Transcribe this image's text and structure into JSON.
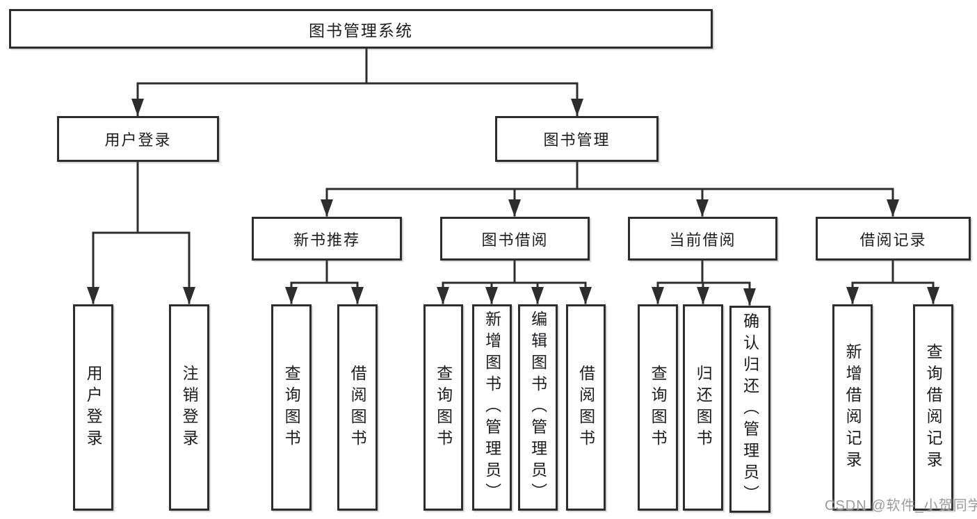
{
  "page": {
    "background": "#ffffff"
  },
  "style": {
    "line_color": "#2d2d2d",
    "box_border_color": "#2d2d2d",
    "box_background": "#ffffff",
    "text_color": "#1d1d1f",
    "watermark_color": "#9b9b9b"
  },
  "tree": {
    "label": "图书管理系统",
    "children": [
      {
        "label": "用户登录",
        "children": [
          {
            "label": "用户登录"
          },
          {
            "label": "注销登录"
          }
        ]
      },
      {
        "label": "图书管理",
        "children": [
          {
            "label": "新书推荐",
            "children": [
              {
                "label": "查询图书"
              },
              {
                "label": "借阅图书"
              }
            ]
          },
          {
            "label": "图书借阅",
            "children": [
              {
                "label": "查询图书"
              },
              {
                "label": "新增图书（管理员）"
              },
              {
                "label": "编辑图书（管理员）"
              },
              {
                "label": "借阅图书"
              }
            ]
          },
          {
            "label": "当前借阅",
            "children": [
              {
                "label": "查询图书"
              },
              {
                "label": "归还图书"
              },
              {
                "label": "确认归还（管理员）"
              }
            ]
          },
          {
            "label": "借阅记录",
            "children": [
              {
                "label": "新增借阅记录"
              },
              {
                "label": "查询借阅记录"
              }
            ]
          }
        ]
      }
    ]
  },
  "watermark": {
    "text": "CSDN @软件_小贺同学"
  }
}
